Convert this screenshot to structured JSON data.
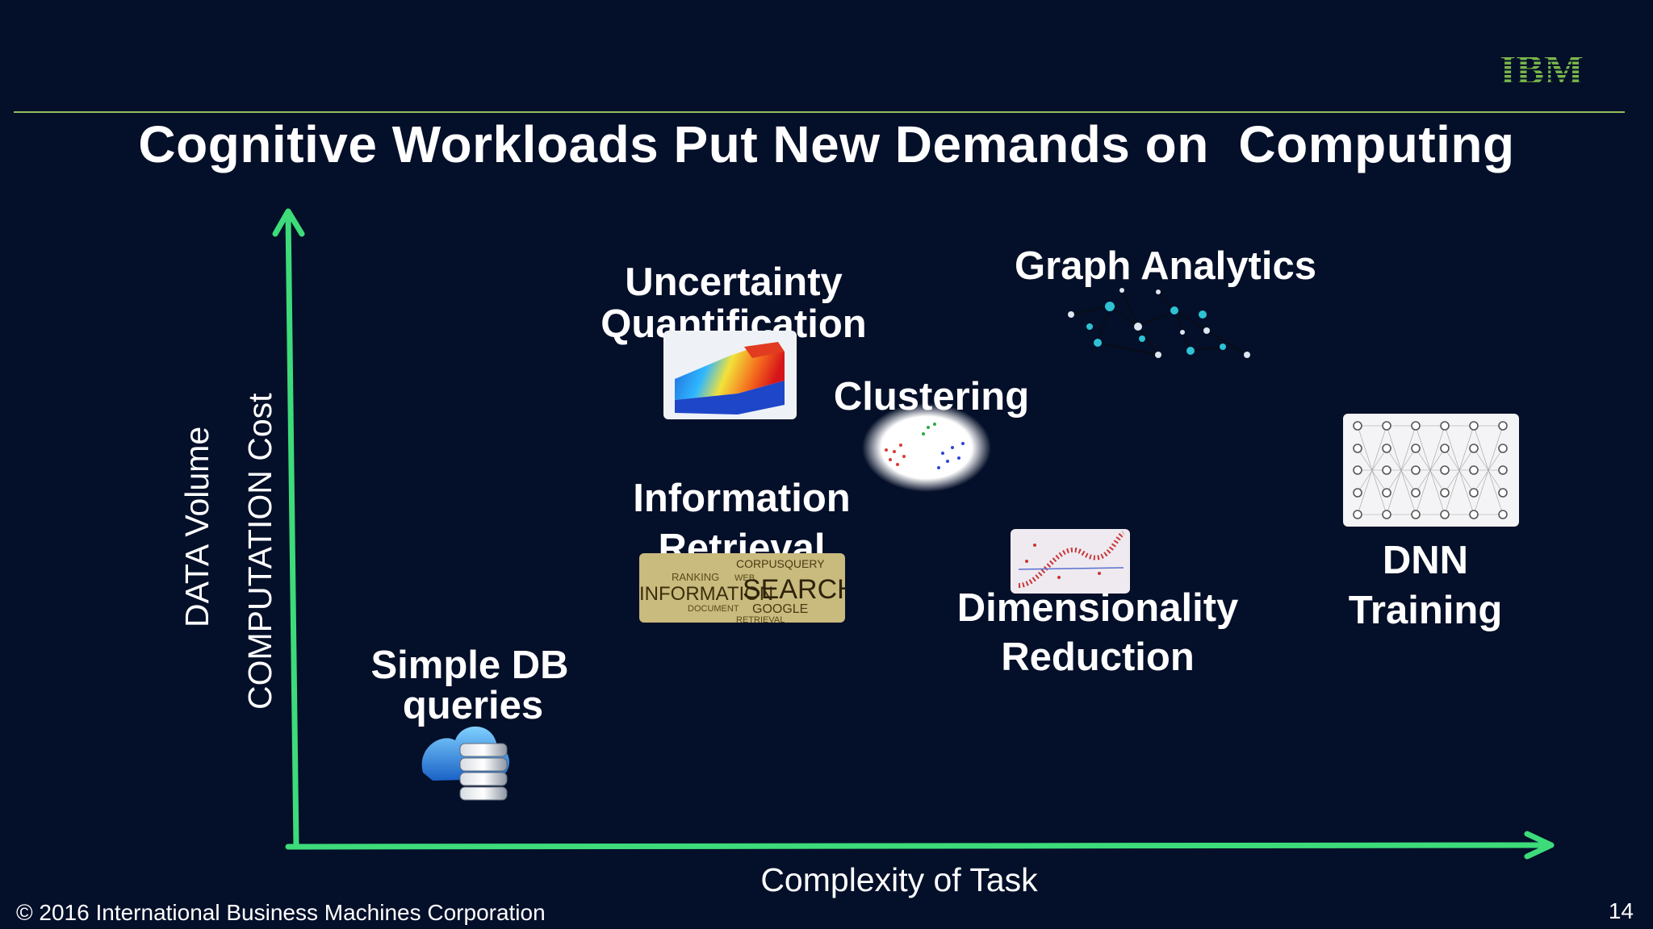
{
  "slide": {
    "title": "Cognitive Workloads Put New Demands on  Computing",
    "logo": "IBM",
    "footer": "© 2016 International Business Machines Corporation",
    "page_number": "14"
  },
  "axes": {
    "y_labels": [
      "DATA Volume",
      "COMPUTATION Cost"
    ],
    "x_label": "Complexity of Task",
    "color": "#3ddb7a"
  },
  "workloads": [
    {
      "label_lines": [
        "Uncertainty",
        "Quantification"
      ],
      "icon": "surface-plot-icon"
    },
    {
      "label_lines": [
        "Graph Analytics"
      ],
      "icon": "network-graph-icon"
    },
    {
      "label_lines": [
        "Clustering"
      ],
      "icon": "scatter-cluster-icon"
    },
    {
      "label_lines": [
        "Information",
        "Retrieval"
      ],
      "icon": "word-cloud-icon",
      "icon_words": [
        "CORPUS",
        "QUERY",
        "RANKING",
        "WEB",
        "INFORMATION",
        "SEARCH",
        "DOCUMENT",
        "GOOGLE",
        "RETRIEVAL"
      ]
    },
    {
      "label_lines": [
        "Dimensionality",
        "Reduction"
      ],
      "icon": "manifold-plot-icon"
    },
    {
      "label_lines": [
        "DNN",
        "Training"
      ],
      "icon": "neural-network-icon"
    },
    {
      "label_lines": [
        "Simple DB",
        "queries"
      ],
      "icon": "database-cloud-icon"
    }
  ]
}
